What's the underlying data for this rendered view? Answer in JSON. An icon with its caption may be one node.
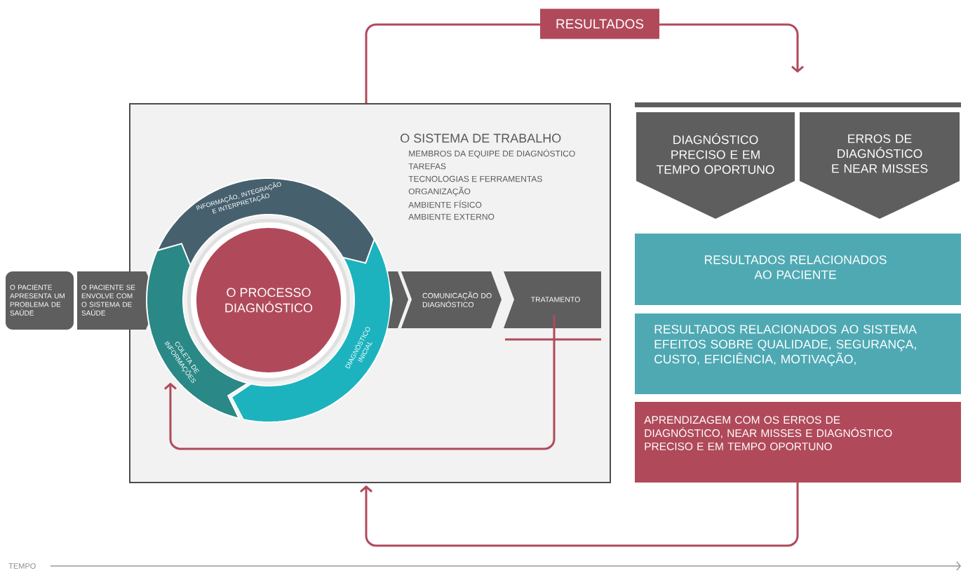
{
  "diagram": {
    "nodes": [
      {
        "text": [
          "O SISTEMA DE TRABALHO",
          "MEMBROS DA EQUIPE DE DIAGNÓSTICO",
          "TAREFAS",
          "TECNOLOGIAS E FERRAMENTAS",
          "ORGANIZAÇÃO",
          "AMBIENTE FÍSICO",
          "AMBIENTE EXTERNO"
        ]
      },
      {
        "text": [
          "O PACIENTE APRESENTA UM PROBLEMA DE SAÚDE"
        ]
      },
      {
        "text": [
          "O PACIENTE SE ENVOLVE COM O SISTEMA DE SAÚDE"
        ]
      },
      {
        "text": [
          "INFORMAÇÃO, INTEGRAÇÃO E INTERPRETAÇÃO"
        ],
        "in": 0
      },
      {
        "text": [
          "O PROCESSO DIAGNÓSTICO"
        ],
        "in": 0
      },
      {
        "text": [
          "COLETA DE INFORMAÇÕES"
        ],
        "in": 0
      },
      {
        "text": [
          "DIAGNÓSTICO INICIAL"
        ],
        "in": 0
      },
      {
        "text": [
          "COMUNICAÇÃO DO DIAGNÓSTICO"
        ],
        "in": 0
      },
      {
        "text": [
          "TRATAMENTO"
        ],
        "in": 0
      },
      {
        "text": [],
        "shape": "bar"
      },
      {
        "text": [
          "DIAGNÓSTICO PRECISO E EM TEMPO OPORTUNO"
        ]
      },
      {
        "text": [
          "ERROS DE DIAGNÓSTICO E NEAR MISSES"
        ]
      },
      {
        "text": [
          "RESULTADOS RELACIONADOS AO PACIENTE"
        ]
      },
      {
        "text": [
          "RESULTADOS RELACIONADOS AO SISTEMA",
          "EFEITOS SOBRE QUALIDADE, SEGURANÇA, CUSTO, EFICIÊNCIA, MOTIVAÇÃO,"
        ]
      },
      {
        "text": [
          "APRENDIZAGEM COM OS ERROS DE DIAGNÓSTICO, NEAR MISSES E DIAGNÓSTICO PRECISO E EM TEMPO OPORTUNO"
        ]
      }
    ],
    "edges": [
      {
        "from": 0,
        "to": 9,
        "arrow": "to",
        "label": "RESULTADOS"
      },
      {
        "from": 14,
        "to": 0,
        "arrow": "to"
      },
      {
        "from": 8,
        "to": 5,
        "arrow": "to"
      }
    ],
    "labels": [
      "TEMPO"
    ]
  }
}
